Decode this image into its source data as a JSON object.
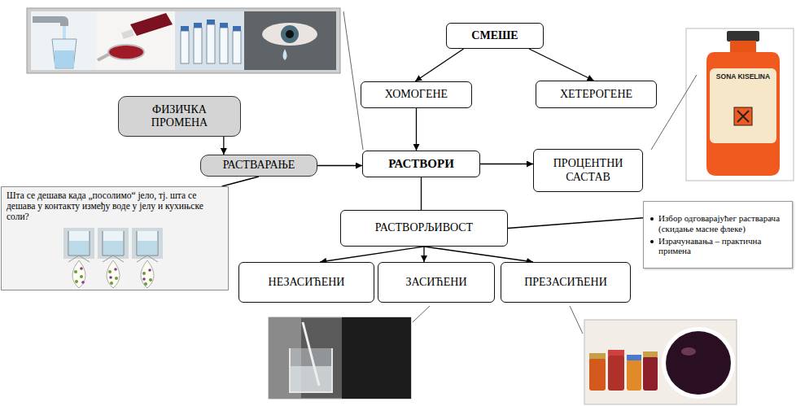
{
  "diagram": {
    "nodes": [
      {
        "text": [
          "СМЕШЕ"
        ]
      },
      {
        "text": [
          "ХОМОГЕНЕ"
        ]
      },
      {
        "text": [
          "ХЕТЕРОГЕНЕ"
        ]
      },
      {
        "text": [
          "ФИЗИЧКА ПРОМЕНА"
        ]
      },
      {
        "text": [
          "РАСТВАРАЊЕ"
        ]
      },
      {
        "text": [
          "РАСТВОРИ"
        ]
      },
      {
        "text": [
          "ПРОЦЕНТНИ САСТАВ"
        ]
      },
      {
        "text": [
          "Шта се дешава када „посолимо“ јело, тј. шта се дешава у контакту између воде у јелу и кухињске соли?"
        ]
      },
      {
        "text": [
          "РАСТВОРЉИВОСТ"
        ]
      },
      {
        "text": [
          "Избор одговарајућег растварача (скидање масне флеке)",
          "Израчунавања – практична примена"
        ]
      },
      {
        "text": [
          "НЕЗАСИЋЕНИ"
        ]
      },
      {
        "text": [
          "ЗАСИЋЕНИ"
        ]
      },
      {
        "text": [
          "ПРЕЗАСИЋЕНИ"
        ]
      }
    ],
    "edges": [
      {
        "from": 0,
        "to": 1,
        "arrow": "to"
      },
      {
        "from": 0,
        "to": 2,
        "arrow": "to"
      },
      {
        "from": 1,
        "to": 5,
        "arrow": "to"
      },
      {
        "from": 3,
        "to": 4,
        "arrow": "to"
      },
      {
        "from": 4,
        "to": 5,
        "arrow": "to"
      },
      {
        "from": 5,
        "to": 6,
        "arrow": "to"
      },
      {
        "from": 5,
        "to": 8,
        "arrow": "none"
      },
      {
        "from": 8,
        "to": 10,
        "arrow": "to"
      },
      {
        "from": 8,
        "to": 11,
        "arrow": "to"
      },
      {
        "from": 8,
        "to": 12,
        "arrow": "to"
      },
      {
        "from": 4,
        "to": 7,
        "arrow": "none"
      },
      {
        "from": 8,
        "to": 9,
        "arrow": "none"
      }
    ],
    "labels": [
      "SONA KISELINA"
    ]
  }
}
